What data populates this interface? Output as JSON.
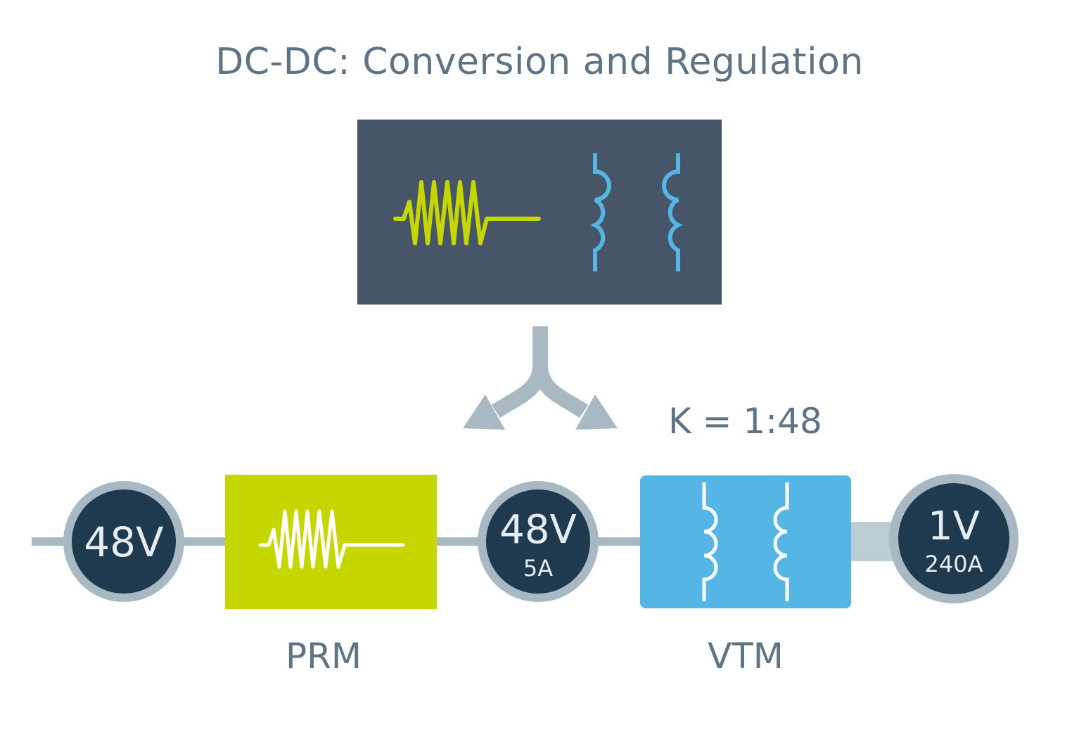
{
  "title": "DC-DC: Conversion and Regulation",
  "ratio_label": "K = 1:48",
  "nodes": {
    "input": {
      "voltage": "48V"
    },
    "middle": {
      "voltage": "48V",
      "current": "5A"
    },
    "output": {
      "voltage": "1V",
      "current": "240A"
    }
  },
  "blocks": {
    "prm": {
      "label": "PRM"
    },
    "vtm": {
      "label": "VTM"
    }
  },
  "colors": {
    "dark_box": "#465567",
    "node_fill": "#1f3a4f",
    "node_ring": "#a8b9c4",
    "prm_fill": "#c5d600",
    "vtm_fill": "#55b6e6",
    "wire": "#a8b9c4",
    "arrow": "#a8b9c4",
    "text": "#5e7384"
  }
}
